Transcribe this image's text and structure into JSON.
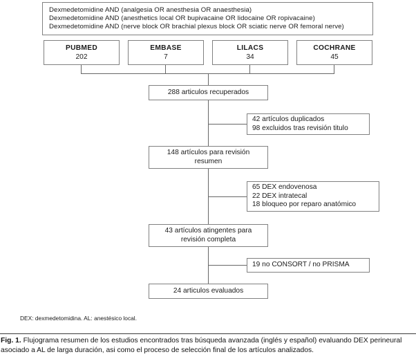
{
  "search_strategy": {
    "queries": [
      "Dexmedetomidine AND (analgesia OR anesthesia OR anaesthesia)",
      "Dexmedetomidine AND (anesthetics local OR bupivacaine OR lidocaine OR ropivacaine)",
      "Dexmedetomidine AND (nerve block OR brachial plexus block OR sciatic nerve OR femoral nerve)"
    ]
  },
  "databases": [
    {
      "name": "PUBMED",
      "count": "202"
    },
    {
      "name": "EMBASE",
      "count": "7"
    },
    {
      "name": "LILACS",
      "count": "34"
    },
    {
      "name": "COCHRANE",
      "count": "45"
    }
  ],
  "flow": {
    "retrieved": "288 articulos recuperados",
    "abstract_review_line1": "148 artículos para revisión",
    "abstract_review_line2": "resumen",
    "full_review_line1": "43 artículos atingentes para",
    "full_review_line2": "revisión completa",
    "evaluated": "24 articulos evaluados"
  },
  "exclusions": {
    "stage1": [
      "42 artículos duplicados",
      "98 excluidos tras revisión titulo"
    ],
    "stage2": [
      "65 DEX endovenosa",
      "22 DEX intratecal",
      "18 bloqueo por reparo anatómico"
    ],
    "stage3": [
      "19 no CONSORT / no PRISMA"
    ]
  },
  "abbreviation_note": "DEX: dexmedetomidina. AL: anestésico local.",
  "caption": {
    "label": "Fig. 1.",
    "text": "Flujograma resumen de los estudios encontrados tras búsqueda avanzada (inglés y español) evaluando DEX perineural asociado a AL de larga duración, asi como el proceso de selección final de los artículos analizados."
  },
  "colors": {
    "box_border": "#808080",
    "line": "#666666",
    "text": "#1a1a1a",
    "rule": "#3a3a3a"
  }
}
